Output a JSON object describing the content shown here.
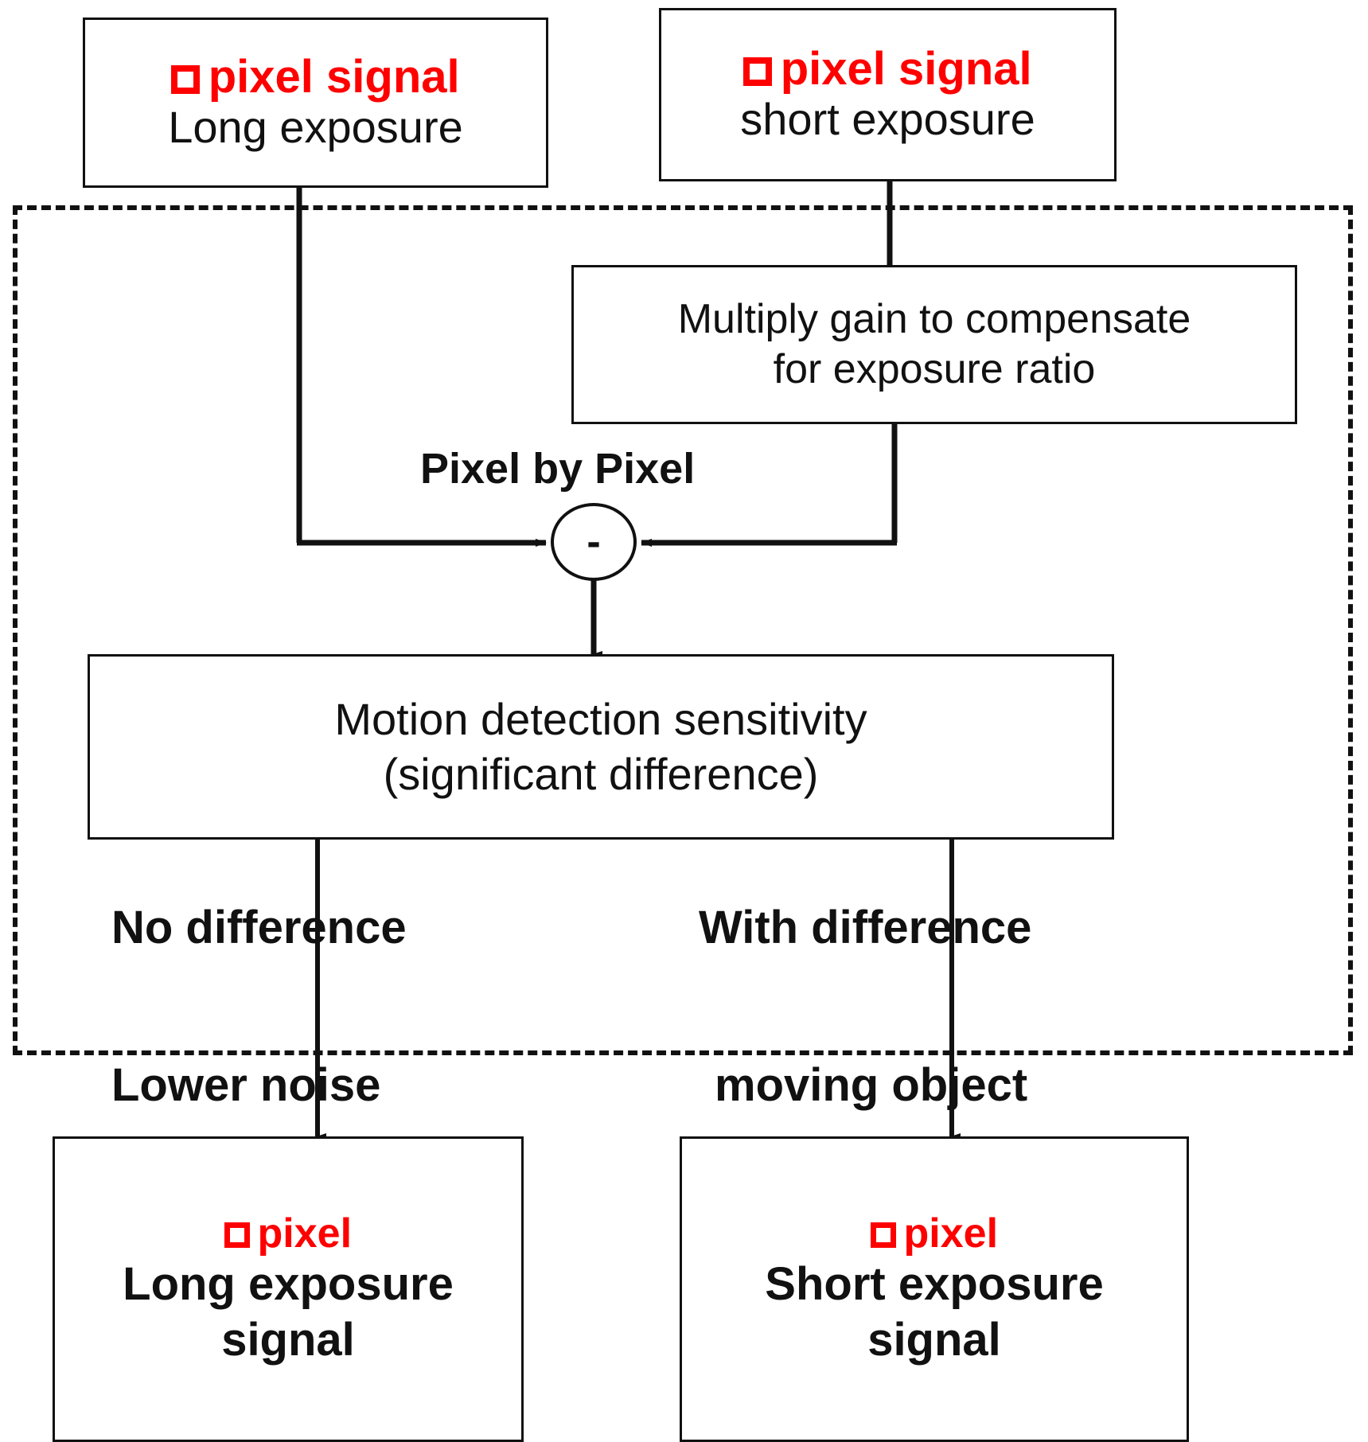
{
  "diagram": {
    "title_boxes": {
      "long_exposure_input": {
        "icon": "red-square-pixel-icon",
        "line1": "pixel signal",
        "line2": "Long exposure"
      },
      "short_exposure_input": {
        "icon": "red-square-pixel-icon",
        "line1": "pixel signal",
        "line2": "short exposure"
      },
      "gain_block": {
        "line1": "Multiply gain to compensate",
        "line2": "for exposure ratio"
      },
      "sensitivity_block": {
        "line1": "Motion detection sensitivity",
        "line2": "(significant difference)"
      },
      "long_output": {
        "icon": "red-square-pixel-icon",
        "line1": "pixel",
        "line2": "Long exposure",
        "line3": "signal"
      },
      "short_output": {
        "icon": "red-square-pixel-icon",
        "line1": "pixel",
        "line2": "Short exposure",
        "line3": "signal"
      }
    },
    "labels": {
      "pixel_by_pixel": "Pixel by Pixel",
      "subtract_operator": "-",
      "no_difference": "No difference",
      "with_difference": "With difference",
      "lower_noise": "Lower  noise",
      "moving_object": "moving object"
    },
    "colors": {
      "accent_red": "#FF0000",
      "line_black": "#111111",
      "background": "#FFFFFF"
    }
  }
}
